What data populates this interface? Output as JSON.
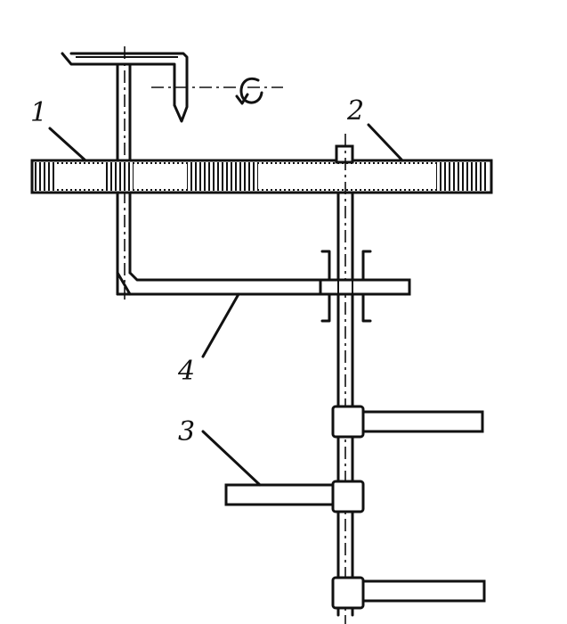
{
  "diagram": {
    "labels": [
      {
        "id": "1",
        "text": "1"
      },
      {
        "id": "2",
        "text": "2"
      },
      {
        "id": "3",
        "text": "3"
      },
      {
        "id": "4",
        "text": "4"
      }
    ],
    "rotation_symbol": "rotation-arrow-icon"
  }
}
